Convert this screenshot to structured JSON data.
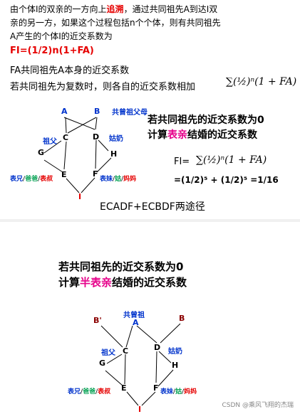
{
  "slide1": {
    "intro_line1_a": "由个体I的双亲的一方向上",
    "intro_line1_b": "追溯",
    "intro_line1_c": "，通过共同祖先A到达I双",
    "intro_line2": "亲的另一方，如果这个过程包括n个个体，则有共同祖先",
    "intro_line3": "A产生的个体I的近交系数为",
    "fi_formula": "FI=(1/2)n(1+FA)",
    "fa_line": "FA共同祖先A本身的近交系数",
    "complex_line": "若共同祖先为复数时，则各自的近交系数相加",
    "sum_formula": "∑(½)ⁿ(1 + FA)",
    "headline1": "若共同祖先的近交系数为0",
    "headline2_a": "计算",
    "headline2_b": "表亲",
    "headline2_c": "结婚的近交系数",
    "fi_label": "FI=",
    "fi_sum": "∑(½)ⁿ(1 + FA)",
    "result": "=(1/2)⁵ + (1/2)⁵ =1/16",
    "paths": "ECADF+ECBDF两途径",
    "pedigree": {
      "A": "A",
      "B": "B",
      "C": "C",
      "D": "D",
      "E": "E",
      "F": "F",
      "G": "G",
      "H": "H",
      "I": "I",
      "common_ancestors": "共曾祖父母",
      "grandfather": "祖父",
      "grandmother": "姑奶",
      "left_cousin": [
        "表兄",
        "/",
        "爸爸",
        "/",
        "表叔"
      ],
      "right_cousin": [
        "表妹",
        "/",
        "姑",
        "/",
        "妈妈"
      ]
    }
  },
  "slide2": {
    "headline1": "若共同祖先的近交系数为0",
    "headline2_a": "计算",
    "headline2_b": "半表亲",
    "headline2_c": "结婚的近交系数",
    "pedigree": {
      "Bp": "B'",
      "A": "A",
      "B": "B",
      "C": "C",
      "D": "D",
      "E": "E",
      "F": "F",
      "G": "G",
      "H": "H",
      "I": "I",
      "common_ancestor": "共曾祖",
      "grandfather": "祖父",
      "grandmother": "姑奶",
      "left_cousin": [
        "表兄",
        "/",
        "爸爸",
        "/",
        "表叔"
      ],
      "right_cousin": [
        "表妹",
        "/",
        "姑",
        "/",
        "妈妈"
      ]
    }
  },
  "watermark": "CSDN @乘风飞翔的杰瑞",
  "colors": {
    "red": "#e60000",
    "magenta": "#e6008a",
    "blue": "#0033cc",
    "green": "#00a050"
  }
}
